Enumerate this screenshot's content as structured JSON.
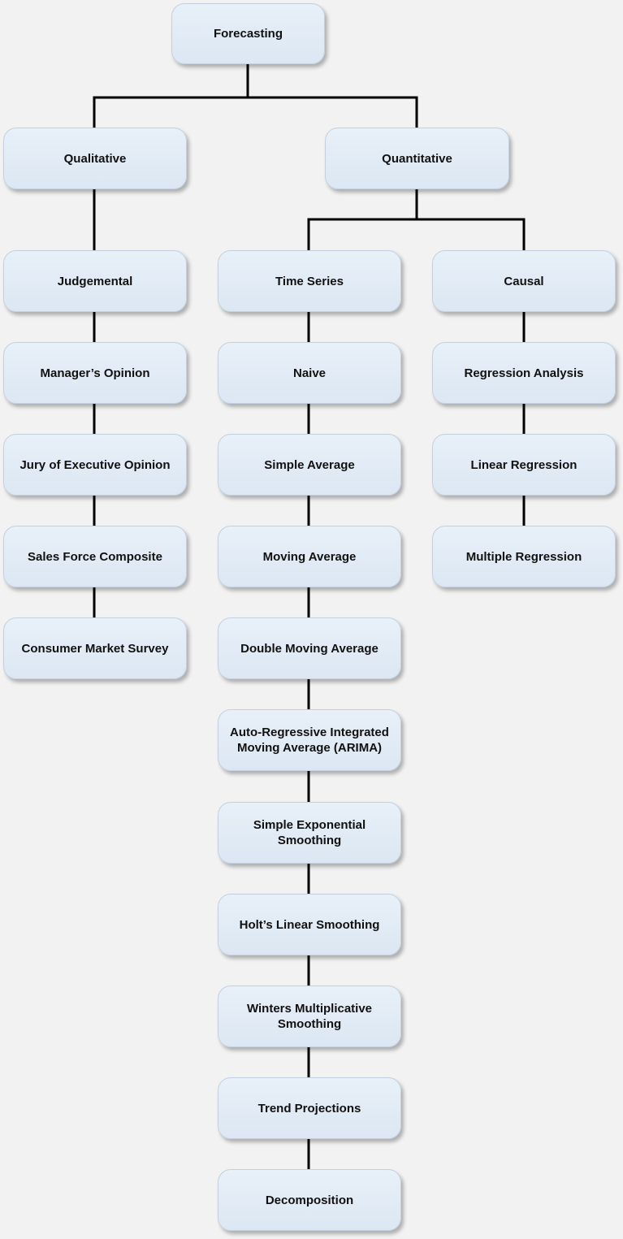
{
  "root": {
    "label": "Forecasting"
  },
  "level1": {
    "qualitative": "Qualitative",
    "quantitative": "Quantitative"
  },
  "qualitative_branch": [
    "Judgemental",
    "Manager’s Opinion",
    "Jury of Executive Opinion",
    "Sales Force Composite",
    "Consumer Market Survey"
  ],
  "time_series_branch": [
    "Time Series",
    "Naive",
    "Simple Average",
    "Moving Average",
    "Double Moving Average",
    "Auto-Regressive Integrated\nMoving Average (ARIMA)",
    "Simple Exponential\nSmoothing",
    "Holt’s Linear Smoothing",
    "Winters Multiplicative\nSmoothing",
    "Trend Projections",
    "Decomposition"
  ],
  "causal_branch": [
    "Causal",
    "Regression Analysis",
    "Linear Regression",
    "Multiple Regression"
  ],
  "colors": {
    "node_fill": "#dce7f3",
    "node_border": "#c3d0de",
    "connector": "#000000",
    "background": "#f2f2f2"
  }
}
